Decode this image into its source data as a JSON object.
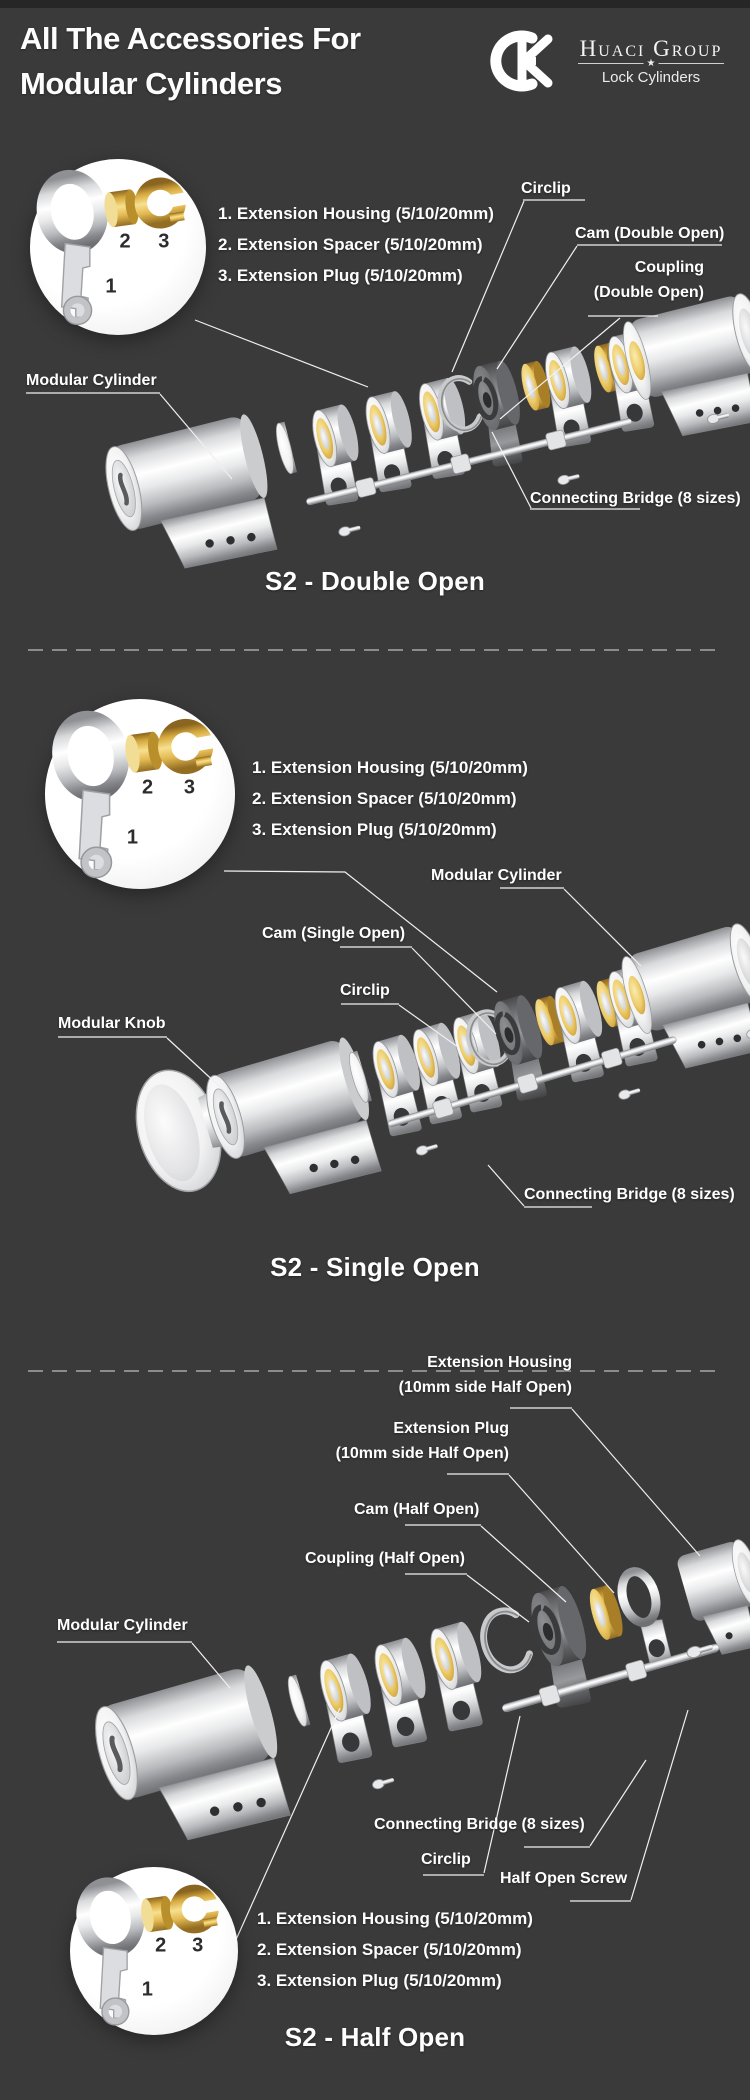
{
  "page": {
    "background": "#3a3a3a",
    "text_color": "#ffffff"
  },
  "header": {
    "title_line1": "All The Accessories For",
    "title_line2": "Modular Cylinders",
    "logo": {
      "company": "Huaci Group",
      "tagline": "Lock Cylinders",
      "star": "★"
    }
  },
  "inset_legend": {
    "items": [
      "1. Extension Housing (5/10/20mm)",
      "2. Extension Spacer (5/10/20mm)",
      "3. Extension Plug (5/10/20mm)"
    ],
    "part_numbers": [
      "1",
      "2",
      "3"
    ]
  },
  "sections": [
    {
      "id": "double-open",
      "title": "S2 - Double Open",
      "labels": {
        "circlip": "Circlip",
        "cam": "Cam (Double Open)",
        "coupling_line1": "Coupling",
        "coupling_line2": "(Double Open)",
        "modular_cylinder": "Modular Cylinder",
        "connecting_bridge": "Connecting Bridge (8 sizes)"
      }
    },
    {
      "id": "single-open",
      "title": "S2 - Single Open",
      "labels": {
        "modular_cylinder": "Modular Cylinder",
        "cam": "Cam (Single Open)",
        "circlip": "Circlip",
        "modular_knob": "Modular Knob",
        "connecting_bridge": "Connecting Bridge (8 sizes)"
      }
    },
    {
      "id": "half-open",
      "title": "S2 - Half Open",
      "labels": {
        "extension_housing_line1": "Extension Housing",
        "extension_housing_line2": "(10mm side Half Open)",
        "extension_plug_line1": "Extension Plug",
        "extension_plug_line2": "(10mm side Half Open)",
        "cam": "Cam (Half Open)",
        "coupling": "Coupling (Half Open)",
        "modular_cylinder": "Modular Cylinder",
        "circlip": "Circlip",
        "connecting_bridge": "Connecting Bridge (8 sizes)",
        "half_open_screw": "Half Open Screw"
      }
    }
  ]
}
